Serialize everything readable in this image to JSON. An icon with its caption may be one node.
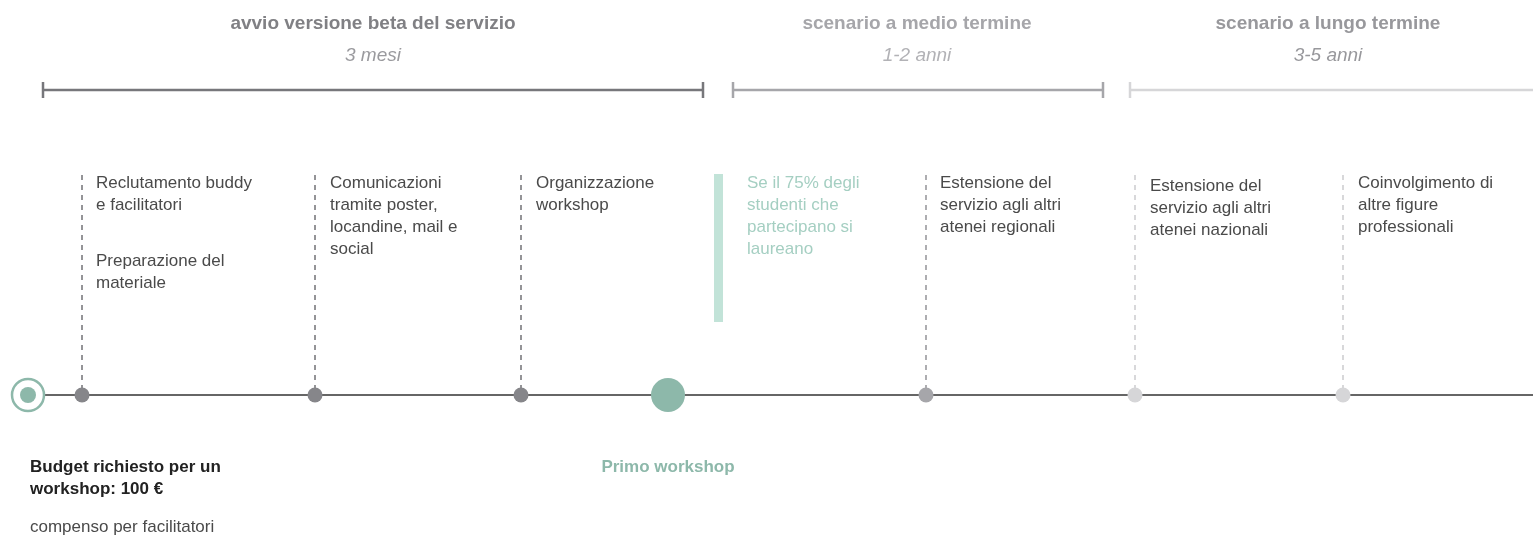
{
  "diagram": {
    "labels": [
      "avvio versione beta del servizio",
      "3 mesi",
      "scenario a medio termine",
      "1-2 anni",
      "scenario a lungo termine",
      "3-5 anni",
      "Reclutamento buddy e facilitatori",
      "Preparazione del materiale",
      "Comunicazioni tramite poster, locandine, mail e social",
      "Organizzazione workshop",
      "Se il 75% degli studenti che partecipano si laureano",
      "Estensione del servizio agli altri atenei regionali",
      "Estensione del servizio agli altri atenei nazionali",
      "Coinvolgimento di altre figure professionali",
      "Budget richiesto per un workshop: 100 €",
      "compenso per facilitatori",
      "Primo workshop"
    ]
  }
}
